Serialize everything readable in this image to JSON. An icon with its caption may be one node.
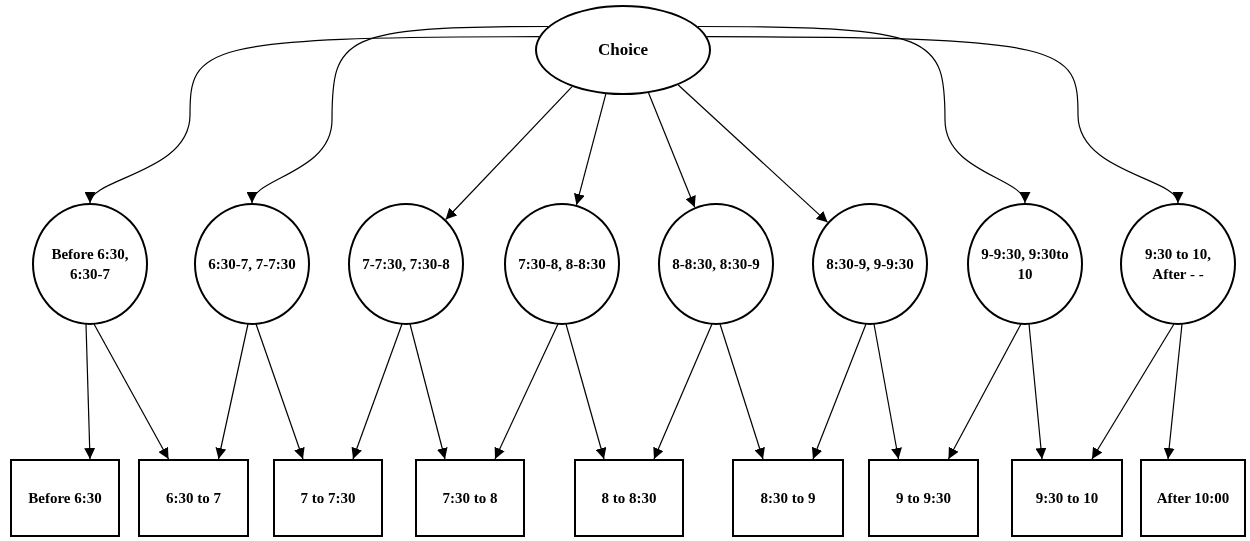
{
  "diagram": {
    "nodes": [
      {
        "text": [
          "Choice"
        ]
      },
      {
        "text": [
          "Before 6:30, 6:30-7"
        ]
      },
      {
        "text": [
          "6:30-7, 7-7:30"
        ]
      },
      {
        "text": [
          "7-7:30, 7:30-8"
        ]
      },
      {
        "text": [
          "7:30-8, 8-8:30"
        ]
      },
      {
        "text": [
          "8-8:30, 8:30-9"
        ]
      },
      {
        "text": [
          "8:30-9, 9-9:30"
        ]
      },
      {
        "text": [
          "9-9:30, 9:30to 10"
        ]
      },
      {
        "text": [
          "9:30 to 10, After - -"
        ]
      },
      {
        "text": [
          "Before 6:30"
        ]
      },
      {
        "text": [
          "6:30 to 7"
        ]
      },
      {
        "text": [
          "7 to 7:30"
        ]
      },
      {
        "text": [
          "7:30 to 8"
        ]
      },
      {
        "text": [
          "8 to 8:30"
        ]
      },
      {
        "text": [
          "8:30 to 9"
        ]
      },
      {
        "text": [
          "9 to 9:30"
        ]
      },
      {
        "text": [
          "9:30 to 10"
        ]
      },
      {
        "text": [
          "After 10:00"
        ]
      }
    ],
    "edges": [
      {
        "from": 0,
        "to": 1,
        "arrow": "to"
      },
      {
        "from": 0,
        "to": 2,
        "arrow": "to"
      },
      {
        "from": 0,
        "to": 3,
        "arrow": "to"
      },
      {
        "from": 0,
        "to": 4,
        "arrow": "to"
      },
      {
        "from": 0,
        "to": 5,
        "arrow": "to"
      },
      {
        "from": 0,
        "to": 6,
        "arrow": "to"
      },
      {
        "from": 0,
        "to": 7,
        "arrow": "to"
      },
      {
        "from": 0,
        "to": 8,
        "arrow": "to"
      },
      {
        "from": 1,
        "to": 9,
        "arrow": "to"
      },
      {
        "from": 1,
        "to": 10,
        "arrow": "to"
      },
      {
        "from": 2,
        "to": 10,
        "arrow": "to"
      },
      {
        "from": 2,
        "to": 11,
        "arrow": "to"
      },
      {
        "from": 3,
        "to": 11,
        "arrow": "to"
      },
      {
        "from": 3,
        "to": 12,
        "arrow": "to"
      },
      {
        "from": 4,
        "to": 12,
        "arrow": "to"
      },
      {
        "from": 4,
        "to": 13,
        "arrow": "to"
      },
      {
        "from": 5,
        "to": 13,
        "arrow": "to"
      },
      {
        "from": 5,
        "to": 14,
        "arrow": "to"
      },
      {
        "from": 6,
        "to": 14,
        "arrow": "to"
      },
      {
        "from": 6,
        "to": 15,
        "arrow": "to"
      },
      {
        "from": 7,
        "to": 15,
        "arrow": "to"
      },
      {
        "from": 7,
        "to": 16,
        "arrow": "to"
      },
      {
        "from": 8,
        "to": 16,
        "arrow": "to"
      },
      {
        "from": 8,
        "to": 17,
        "arrow": "to"
      }
    ]
  }
}
